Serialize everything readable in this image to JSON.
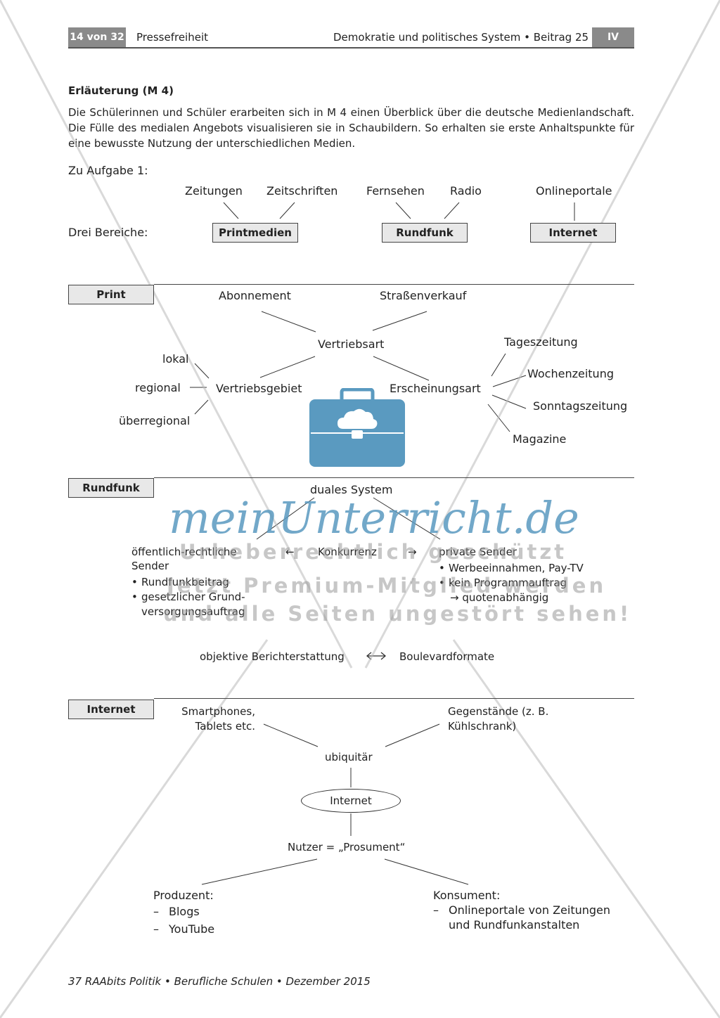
{
  "header": {
    "page": "14 von 32",
    "topic": "Pressefreiheit",
    "series": "Demokratie und politisches System • Beitrag 25",
    "section": "IV"
  },
  "heading": "Erläuterung (M 4)",
  "intro": "Die Schülerinnen und Schüler erarbeiten sich in M 4 einen Überblick über die deutsche Medienlandschaft. Die Fülle des medialen Angebots visualisieren sie in Schaubildern. So erhalten sie erste Anhaltspunkte für eine bewusste Nutzung der unterschiedlichen Medien.",
  "task1": {
    "label": "Zu Aufgabe 1:",
    "row_label": "Drei Bereiche:",
    "print": {
      "items": [
        "Zeitungen",
        "Zeitschriften"
      ],
      "box": "Printmedien"
    },
    "broadcast": {
      "items": [
        "Fernsehen",
        "Radio"
      ],
      "box": "Rundfunk"
    },
    "internet": {
      "items": [
        "Onlineportale"
      ],
      "box": "Internet"
    }
  },
  "print_section": {
    "label": "Print",
    "center": "Vertriebsart",
    "top_left": "Abonnement",
    "top_right": "Straßenverkauf",
    "area": {
      "label": "Vertriebsgebiet",
      "items": [
        "lokal",
        "regional",
        "überregional"
      ]
    },
    "appearance": {
      "label": "Erscheinungsart",
      "items": [
        "Tageszeitung",
        "Wochenzeitung",
        "Sonntagszeitung",
        "Magazine"
      ]
    }
  },
  "rundfunk_section": {
    "label": "Rundfunk",
    "top": "duales System",
    "public": {
      "label": "öffentlich-rechtliche Sender",
      "bullets": [
        "Rundfunkbeitrag",
        "gesetzlicher Grund-versorgungsauftrag"
      ]
    },
    "competition": "Konkurrenz",
    "private": {
      "label": "private Sender",
      "bullets": [
        "Werbeeinnahmen, Pay-TV",
        "kein Programmauftrag"
      ],
      "sub": "→ quotenabhängig"
    },
    "bottom_left": "objektive Berichterstattung",
    "bottom_right": "Boulevardformate"
  },
  "internet_section": {
    "label": "Internet",
    "top_left": "Smartphones, Tablets etc.",
    "top_right": "Gegenstände (z. B. Kühlschrank)",
    "ubiquitous": "ubiquitär",
    "center": "Internet",
    "users": "Nutzer = „Prosument“",
    "producer": {
      "label": "Produzent:",
      "items": [
        "Blogs",
        "YouTube"
      ]
    },
    "consumer": {
      "label": "Konsument:",
      "items": [
        "Onlineportale von Zeitungen und Rundfunkanstalten"
      ]
    }
  },
  "footer": "37 RAAbits Politik • Berufliche Schulen • Dezember 2015",
  "watermark": {
    "brand": "meinUnterricht.de",
    "line1": "Urheberrechtlich geschützt",
    "line2": "Jetzt Premium-Mitglied werden",
    "line3": "und alle Seiten ungestört sehen!"
  },
  "colors": {
    "watermark_blue": "#5a9ac0",
    "header_grey": "#8a8a8a",
    "box_fill": "#e8e8e8"
  }
}
